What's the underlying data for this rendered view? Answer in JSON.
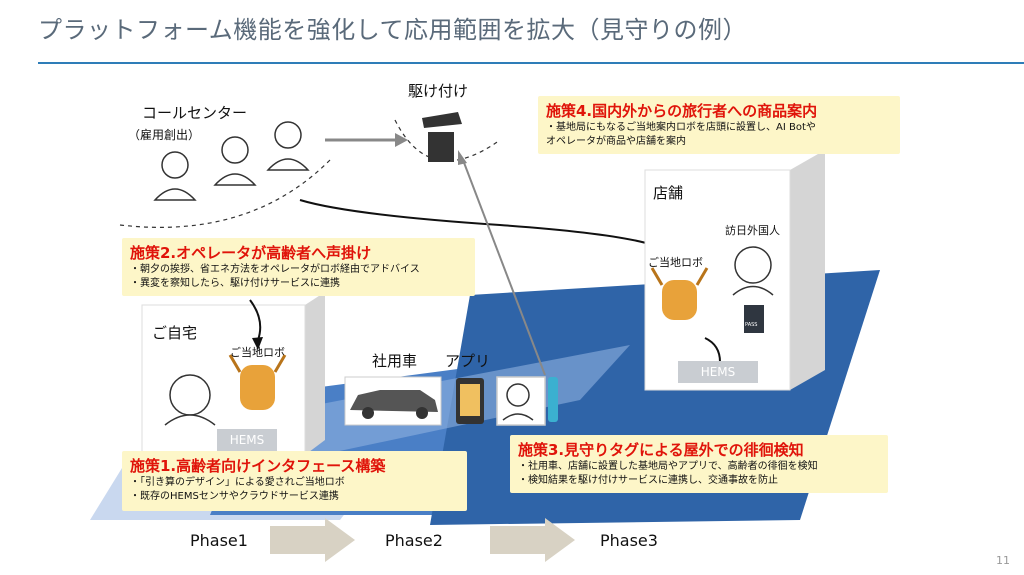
{
  "title": "プラットフォーム機能を強化して応用範囲を拡大（見守りの例）",
  "call_center": {
    "label": "コールセンター",
    "sub": "（雇用創出）"
  },
  "dispatch": {
    "label": "駆け付け"
  },
  "measure1": {
    "head": "施策1.高齢者向けインタフェース構築",
    "bullets": [
      "・「引き算のデザイン」による愛されご当地ロボ",
      "・既存のHEMSセンサやクラウドサービス連携"
    ]
  },
  "measure2": {
    "head": "施策2.オペレータが高齢者へ声掛け",
    "bullets": [
      "・朝夕の挨拶、省エネ方法をオペレータがロボ経由でアドバイス",
      "・異変を察知したら、駆け付けサービスに連携"
    ]
  },
  "measure3": {
    "head": "施策3.見守りタグによる屋外での徘徊検知",
    "bullets": [
      "・社用車、店舗に設置した基地局やアプリで、高齢者の徘徊を検知",
      "・検知結果を駆け付けサービスに連携し、交通事故を防止"
    ]
  },
  "measure4": {
    "head": "施策4.国内外からの旅行者への商品案内",
    "bullets": [
      "・基地局にもなるご当地案内ロボを店頭に設置し、AI Botや",
      "オペレータが商品や店舗を案内"
    ]
  },
  "home": {
    "label": "ご自宅",
    "robot": "ご当地ロボ",
    "hems": "HEMS"
  },
  "store": {
    "label": "店舗",
    "robot": "ご当地ロボ",
    "visitor": "訪日外国人",
    "hems": "HEMS",
    "pass": "PASS"
  },
  "vehicle": {
    "car": "社用車",
    "app": "アプリ"
  },
  "phases": [
    "Phase1",
    "Phase2",
    "Phase3"
  ],
  "page_number": "11",
  "colors": {
    "accent_red": "#e0140a",
    "callout_bg": "#fdf6c8",
    "title_rule": "#2e7db8",
    "platform_blue": "#2f64a8"
  }
}
